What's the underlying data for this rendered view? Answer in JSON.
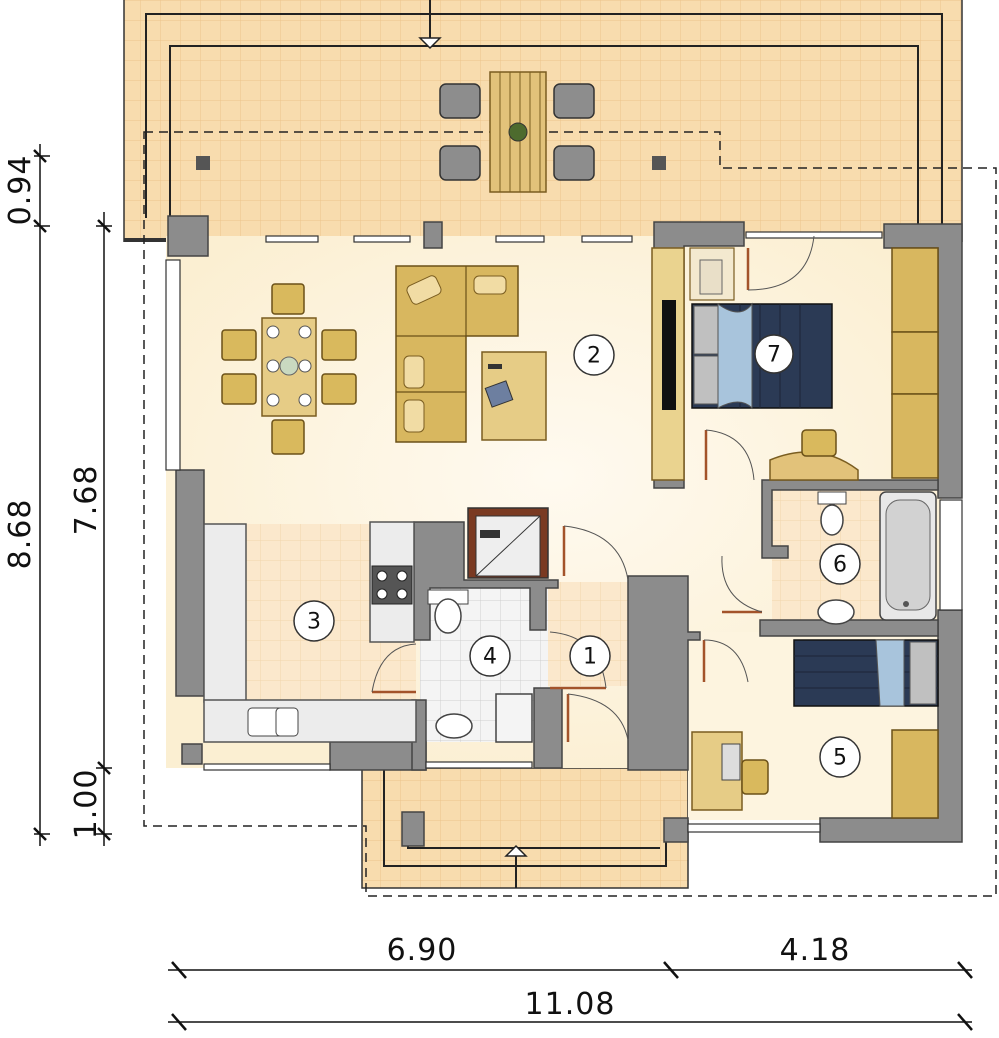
{
  "rooms": [
    {
      "id": "1",
      "label": "1"
    },
    {
      "id": "2",
      "label": "2"
    },
    {
      "id": "3",
      "label": "3"
    },
    {
      "id": "4",
      "label": "4"
    },
    {
      "id": "5",
      "label": "5"
    },
    {
      "id": "6",
      "label": "6"
    },
    {
      "id": "7",
      "label": "7"
    }
  ],
  "dimensions": {
    "bottom_left": "6.90",
    "bottom_right": "4.18",
    "bottom_total": "11.08",
    "left_top": "0.94",
    "left_total": "8.68",
    "left_inner": "7.68",
    "left_bottom": "1.00"
  },
  "colors": {
    "terrace": "#f8dcae",
    "terrace_grid": "#efc994",
    "floor": "#fdf4df",
    "wall": "#8a8a8a",
    "furniture": "#d6b25c",
    "bed": "#2b3a55",
    "door_swing": "#a3532a"
  }
}
